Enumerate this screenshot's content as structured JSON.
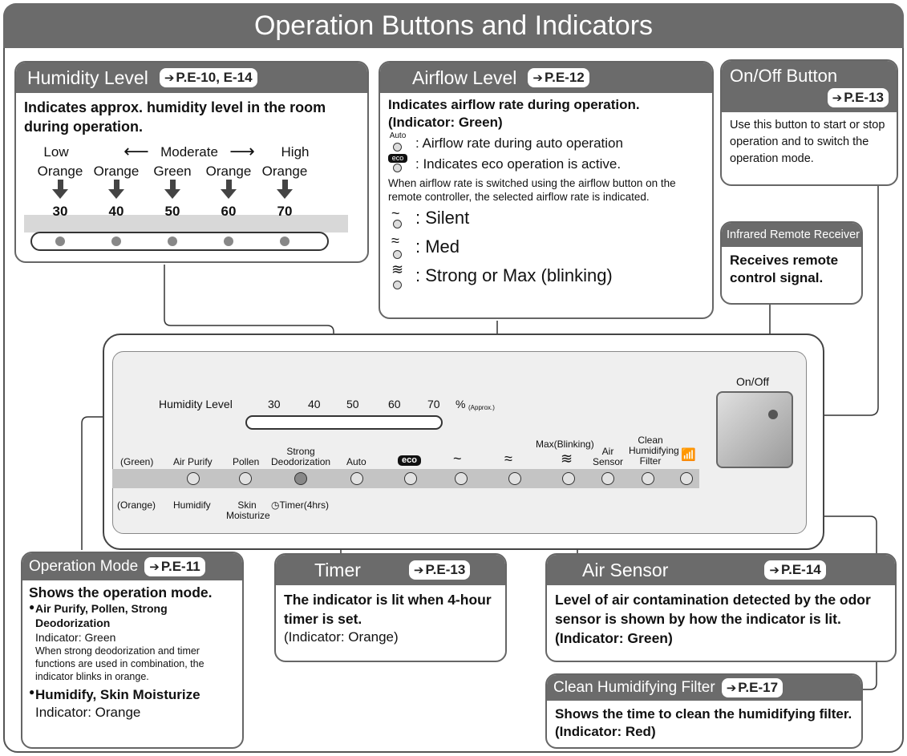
{
  "title": "Operation Buttons and Indicators",
  "humidity_box": {
    "title": "Humidity Level",
    "ref": "P.E-10, E-14",
    "desc": "Indicates approx. humidity level in the room during operation.",
    "scale_low": "Low",
    "scale_moderate": "Moderate",
    "scale_high": "High",
    "columns": [
      {
        "color": "Orange",
        "value": "30"
      },
      {
        "color": "Orange",
        "value": "40"
      },
      {
        "color": "Green",
        "value": "50"
      },
      {
        "color": "Orange",
        "value": "60"
      },
      {
        "color": "Orange",
        "value": "70"
      }
    ]
  },
  "airflow_box": {
    "title": "Airflow Level",
    "ref": "P.E-12",
    "desc": "Indicates airflow rate during operation. (Indicator: Green)",
    "auto_label": "Auto",
    "auto_desc": ": Airflow rate during auto operation",
    "eco_label": "eco",
    "eco_desc": ": Indicates eco operation is active.",
    "note": "When airflow rate is switched using the airflow button on the remote controller, the selected airflow rate is indicated.",
    "silent": ": Silent",
    "med": ": Med",
    "strong": ": Strong or Max (blinking)"
  },
  "onoff_box": {
    "title": "On/Off Button",
    "ref": "P.E-13",
    "desc": "Use this button to start or stop operation and to switch the operation mode."
  },
  "ir_box": {
    "title": "Infrared Remote Receiver",
    "desc": "Receives remote control signal."
  },
  "panel": {
    "humidity_label": "Humidity Level",
    "scale": [
      "30",
      "40",
      "50",
      "60",
      "70"
    ],
    "percent": "%",
    "approx": "(Approx.)",
    "green": "(Green)",
    "orange": "(Orange)",
    "air_purify": "Air Purify",
    "pollen": "Pollen",
    "strong_deodorization": "Strong Deodorization",
    "auto": "Auto",
    "eco": "eco",
    "max_blinking": "Max(Blinking)",
    "air_sensor": "Air Sensor",
    "clean_filter": "Clean Humidifying Filter",
    "humidify": "Humidify",
    "skin_moisturize": "Skin Moisturize",
    "timer": "Timer(4hrs)",
    "onoff": "On/Off"
  },
  "opmode_box": {
    "title": "Operation Mode",
    "ref": "P.E-11",
    "heading": "Shows the operation mode.",
    "item1_title": "Air Purify, Pollen, Strong Deodorization",
    "item1_indicator": "Indicator: Green",
    "item1_note": "When strong deodorization and timer functions are used in combination, the indicator blinks in orange.",
    "item2_title": "Humidify, Skin Moisturize",
    "item2_indicator": "Indicator: Orange"
  },
  "timer_box": {
    "title": "Timer",
    "ref": "P.E-13",
    "desc": "The indicator is lit when 4-hour timer is set.",
    "indicator": "(Indicator: Orange)"
  },
  "airsensor_box": {
    "title": "Air Sensor",
    "ref": "P.E-14",
    "desc": "Level of air contamination detected by the odor sensor is shown by how the indicator is lit. (Indicator: Green)"
  },
  "filter_box": {
    "title": "Clean Humidifying Filter",
    "ref": "P.E-17",
    "desc": "Shows the time to clean the humidifying filter. (Indicator: Red)"
  }
}
